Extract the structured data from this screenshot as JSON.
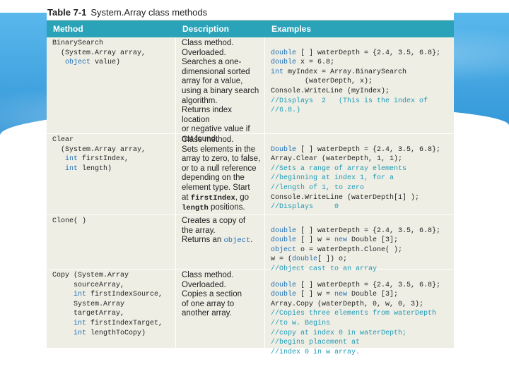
{
  "title": {
    "number": "Table 7-1",
    "text": "System.Array class methods"
  },
  "headers": {
    "method": "Method",
    "description": "Description",
    "examples": "Examples"
  },
  "rows": [
    {
      "method": [
        "BinarySearch",
        "  (System.Array array,",
        "   object value)"
      ],
      "description": [
        "Class method.",
        "Overloaded.",
        "Searches a one-",
        "dimensional sorted",
        "array for a value,",
        "using a binary search",
        "algorithm.",
        "Returns index location",
        "or negative value if",
        "not found."
      ],
      "examples": [
        "double [ ] waterDepth = {2.4, 3.5, 6.8};",
        "double x = 6.8;",
        "int myIndex = Array.BinarySearch",
        "        (waterDepth, x);",
        "Console.WriteLine (myIndex);",
        "//Displays  2   (This is the index of",
        "//6.8.)"
      ]
    },
    {
      "method": [
        "Clear",
        "  (System.Array array,",
        "   int firstIndex,",
        "   int length)"
      ],
      "description": [
        "Class method.",
        "Sets elements in the",
        "array to zero, to false,",
        "or to a null reference",
        "depending on the",
        "element type. Start",
        "at ",
        "firstIndex",
        ", go",
        "length",
        " positions."
      ],
      "examples": [
        "Double [ ] waterDepth = {2.4, 3.5, 6.8};",
        "Array.Clear (waterDepth, 1, 1);",
        "//Sets a range of array elements",
        "//beginning at index 1, for a",
        "//length of 1, to zero",
        "Console.WriteLine (waterDepth[1] );",
        "//Displays     0"
      ]
    },
    {
      "method": [
        "Clone( )"
      ],
      "description": [
        "Creates a copy of",
        "the array.",
        "Returns an ",
        "object",
        "."
      ],
      "examples": [
        "double [ ] waterDepth = {2.4, 3.5, 6.8};",
        "double [ ] w = new Double [3];",
        "object o = waterDepth.Clone( );",
        "w = (double[ ]) o;",
        "//Object cast to an array"
      ]
    },
    {
      "method": [
        "Copy (System.Array",
        "     sourceArray,",
        "     int firstIndexSource,",
        "     System.Array",
        "     targetArray,",
        "     int firstIndexTarget,",
        "     int lengthToCopy)"
      ],
      "description": [
        "Class method.",
        "Overloaded.",
        "Copies a section",
        "of one array to",
        "another array."
      ],
      "examples": [
        "double [ ] waterDepth = {2.4, 3.5, 6.8};",
        "double [ ] w = new Double [3];",
        "Array.Copy (waterDepth, 0, w, 0, 3);",
        "//Copies three elements from waterDepth",
        "//to w. Begins",
        "//copy at index 0 in waterDepth;",
        "//begins placement at",
        "//index 0 in w array."
      ]
    }
  ],
  "colors": {
    "header": "#2aa3b8",
    "body": "#efeee5",
    "keyword": "#1f6fb3",
    "comment": "#1f9ab5",
    "background_band": "#3a9fdd"
  }
}
